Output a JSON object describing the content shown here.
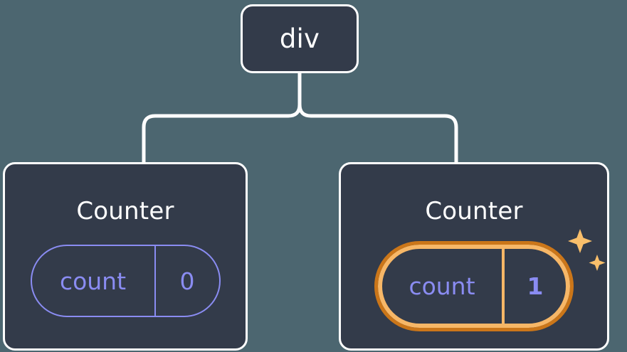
{
  "diagram": {
    "type": "component-tree",
    "background_color": "#4c6670",
    "node_fill_color": "#333b4a",
    "node_border_color": "#ffffff",
    "connector_color": "#ffffff",
    "state_color": "#8a8cf2",
    "highlight_inner_color": "#f7b767",
    "highlight_outer_color": "#cb7619",
    "sparkle_color": "#f9bf6b"
  },
  "root": {
    "label": "div"
  },
  "children": [
    {
      "title": "Counter",
      "state": {
        "key": "count",
        "value": "0"
      },
      "highlighted": false
    },
    {
      "title": "Counter",
      "state": {
        "key": "count",
        "value": "1"
      },
      "highlighted": true
    }
  ],
  "icons": {
    "sparkle_large": "sparkle-icon",
    "sparkle_small": "sparkle-icon"
  }
}
